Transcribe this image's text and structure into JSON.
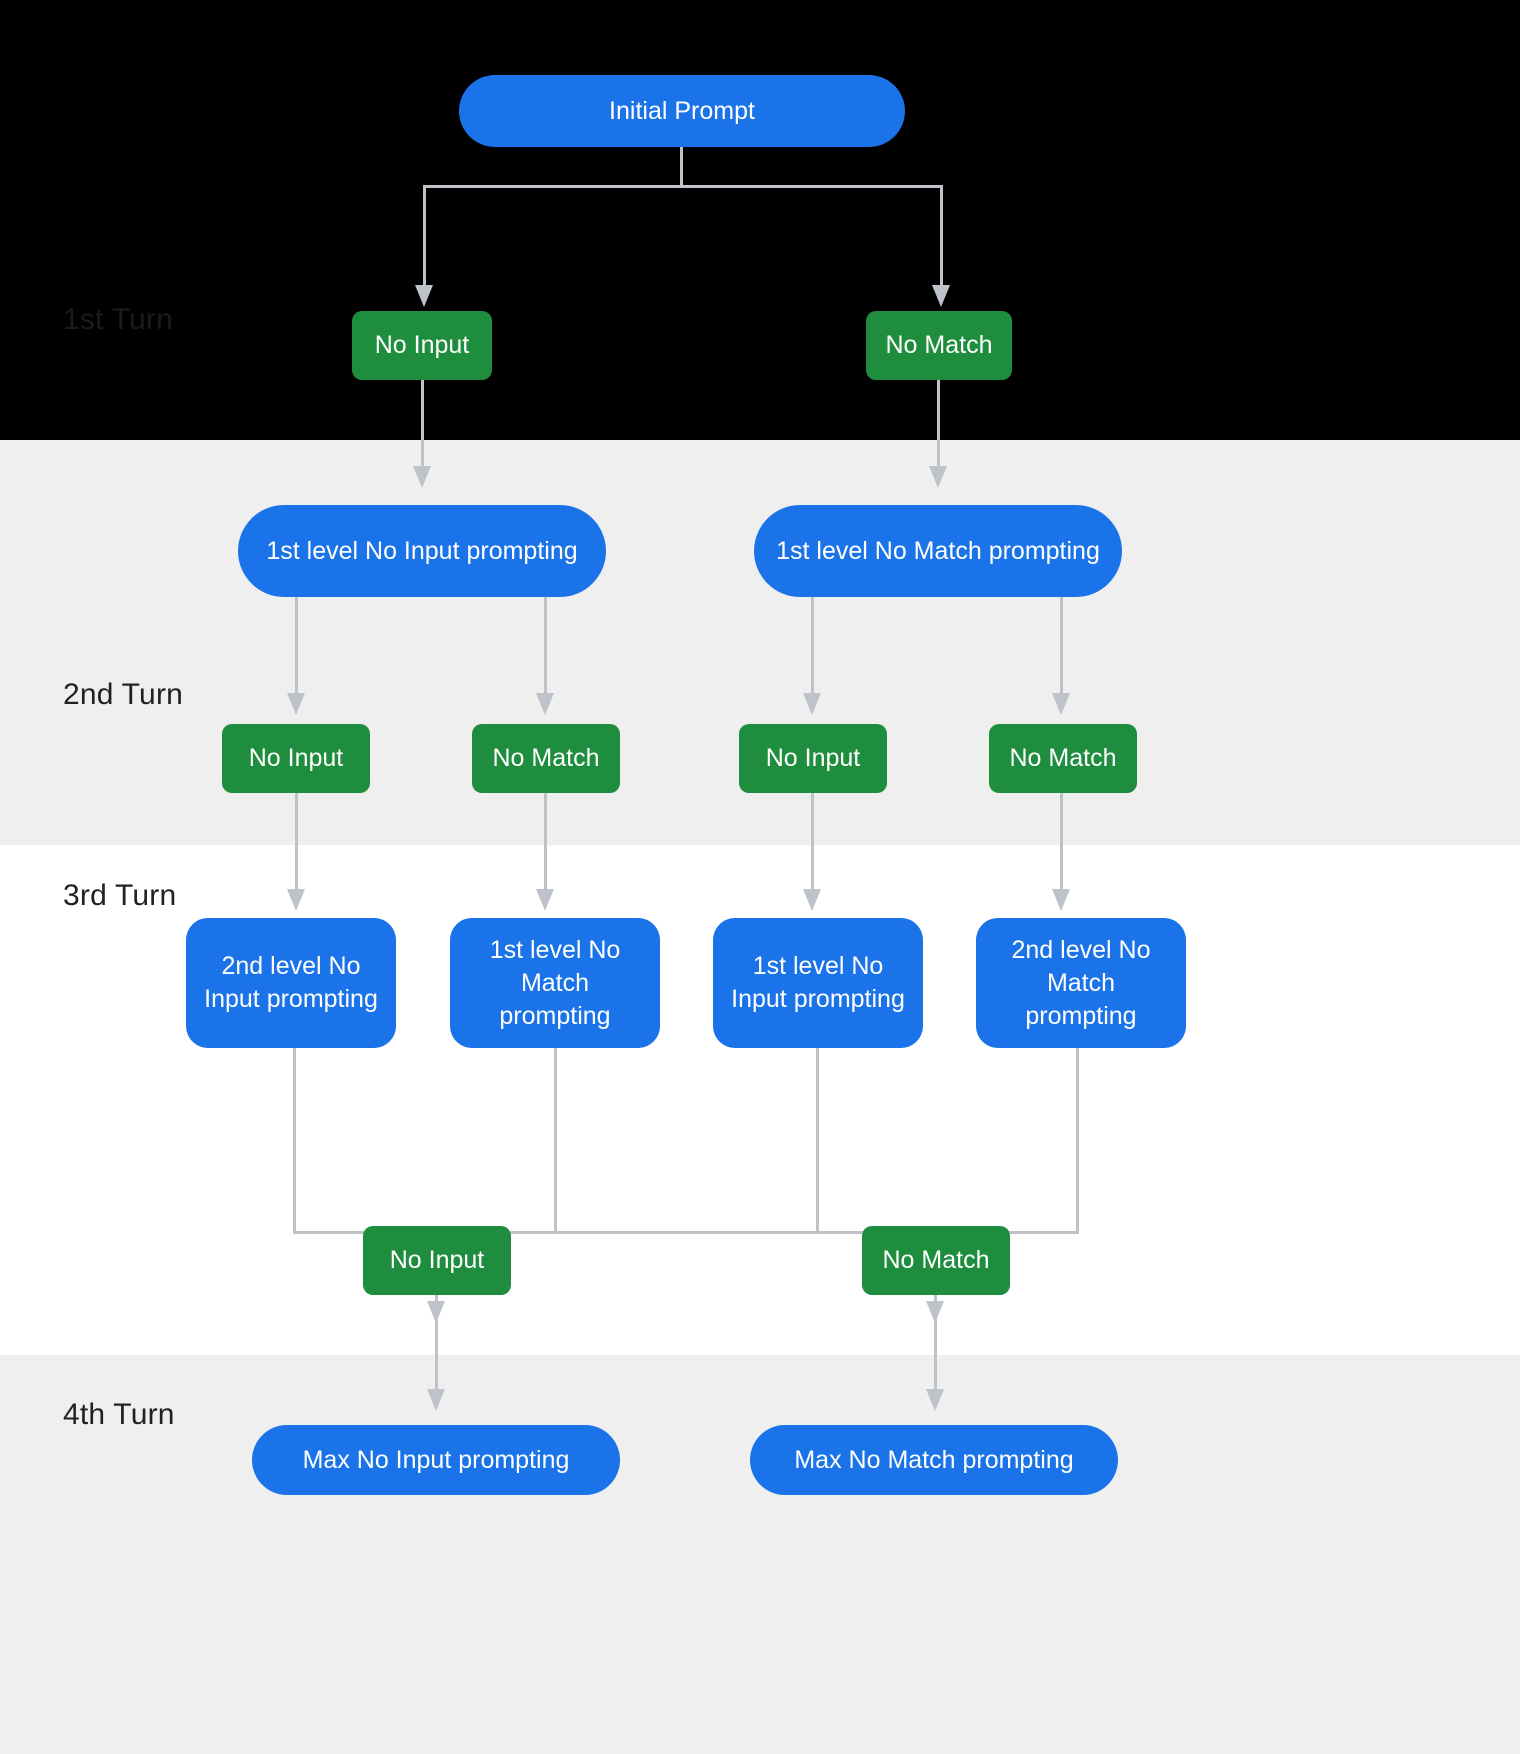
{
  "diagram": {
    "title_node": "Initial Prompt",
    "colors": {
      "blue": "#1a73e8",
      "green": "#1e8e3e",
      "connector": "#bdc3c9",
      "band_dark": "#000000",
      "band_gray": "#efefef",
      "band_white": "#ffffff"
    },
    "turns": [
      {
        "label": "1st Turn"
      },
      {
        "label": "2nd Turn"
      },
      {
        "label": "3rd Turn"
      },
      {
        "label": "4th Turn"
      }
    ],
    "nodes": {
      "initial_prompt": "Initial Prompt",
      "turn1": {
        "no_input": "No Input",
        "no_match": "No Match"
      },
      "turn2_prompts": {
        "no_input": "1st level No Input prompting",
        "no_match": "1st level No Match prompting"
      },
      "turn2_events": {
        "no_input_a": "No Input",
        "no_match_a": "No Match",
        "no_input_b": "No Input",
        "no_match_b": "No Match"
      },
      "turn3_prompts": {
        "second_no_input": "2nd level No Input prompting",
        "first_no_match": "1st level No Match prompting",
        "first_no_input": "1st level No Input prompting",
        "second_no_match": "2nd level No Match prompting"
      },
      "turn3_events": {
        "no_input": "No Input",
        "no_match": "No Match"
      },
      "turn4_prompts": {
        "max_no_input": "Max No Input prompting",
        "max_no_match": "Max No Match prompting"
      }
    }
  }
}
